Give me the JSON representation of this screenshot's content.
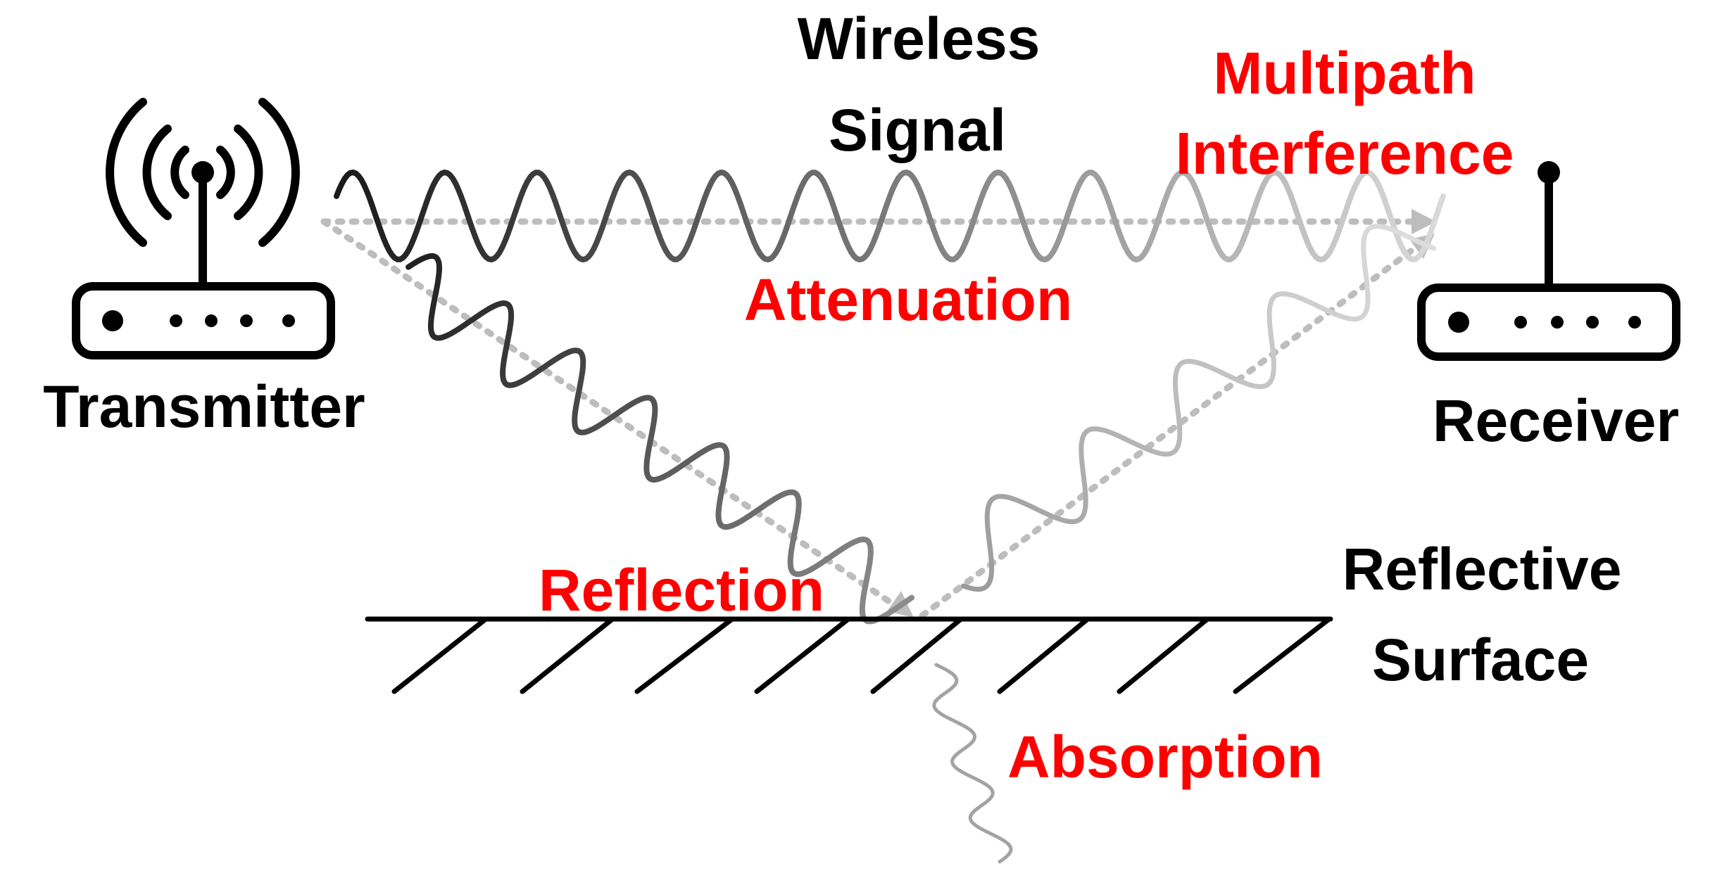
{
  "labels": {
    "title_line1": "Wireless",
    "title_line2": "Signal",
    "multipath_line1": "Multipath",
    "multipath_line2": "Interference",
    "attenuation": "Attenuation",
    "transmitter": "Transmitter",
    "receiver": "Receiver",
    "reflection": "Reflection",
    "surface_line1": "Reflective",
    "surface_line2": "Surface",
    "absorption": "Absorption"
  },
  "colors": {
    "label_black": "#000000",
    "label_red": "#ff0000",
    "arrow_gray": "#bdbdbd"
  },
  "icons": {
    "transmitter": "router-with-antenna-and-signal-waves",
    "receiver": "router-with-antenna"
  }
}
